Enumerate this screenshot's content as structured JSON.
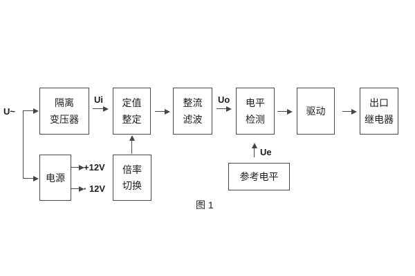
{
  "diagram": {
    "caption": "图 1",
    "source_label": "U~",
    "signal_labels": {
      "ui": "Ui",
      "uo": "Uo",
      "ue": "Ue",
      "plus12v": "+12V",
      "minus12v": "· 12V"
    },
    "blocks": [
      {
        "name": "isolation-transformer",
        "lines": [
          "隔离",
          "变压器"
        ]
      },
      {
        "name": "setpoint-adjust",
        "lines": [
          "定值",
          "整定"
        ]
      },
      {
        "name": "rectifier-filter",
        "lines": [
          "整流",
          "滤波"
        ]
      },
      {
        "name": "level-detect",
        "lines": [
          "电平",
          "检测"
        ]
      },
      {
        "name": "driver",
        "lines": [
          "驱动"
        ]
      },
      {
        "name": "output-relay",
        "lines": [
          "出口",
          "继电器"
        ]
      },
      {
        "name": "power-supply",
        "lines": [
          "电源"
        ]
      },
      {
        "name": "ratio-switch",
        "lines": [
          "倍率",
          "切换"
        ]
      },
      {
        "name": "reference-level",
        "lines": [
          "参考电平"
        ]
      }
    ],
    "colors": {
      "line": "#454545",
      "text": "#1c1c1c",
      "background": "#ffffff"
    }
  }
}
